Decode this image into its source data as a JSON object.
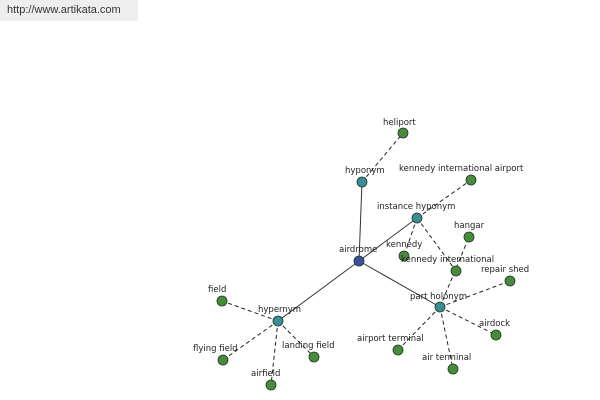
{
  "header": {
    "url": "http://www.artikata.com"
  },
  "colors": {
    "center": "#3b4ea0",
    "relation": "#3a8c99",
    "leaf": "#4a8a3c",
    "solid_edge": "#333333",
    "dashed_edge": "#222222"
  },
  "graph": {
    "center": {
      "id": "airdrome",
      "label": "airdrome"
    },
    "relations": [
      {
        "id": "hyponym",
        "label": "hyponym"
      },
      {
        "id": "instance-hyponym",
        "label": "instance hyponym"
      },
      {
        "id": "part-holonym",
        "label": "part holonym"
      },
      {
        "id": "hypernym",
        "label": "hypernym"
      }
    ],
    "leaves": [
      {
        "id": "heliport",
        "label": "heliport",
        "relation": "hyponym"
      },
      {
        "id": "kennedy-international-airport",
        "label": "kennedy international airport",
        "relation": "instance-hyponym"
      },
      {
        "id": "kennedy",
        "label": "kennedy",
        "relation": "instance-hyponym"
      },
      {
        "id": "kennedy-international",
        "label": "kennedy international",
        "relation": "instance-hyponym"
      },
      {
        "id": "hangar",
        "label": "hangar",
        "relation": "part-holonym"
      },
      {
        "id": "repair-shed",
        "label": "repair shed",
        "relation": "part-holonym"
      },
      {
        "id": "airdock",
        "label": "airdock",
        "relation": "part-holonym"
      },
      {
        "id": "air-terminal",
        "label": "air terminal",
        "relation": "part-holonym"
      },
      {
        "id": "airport-terminal",
        "label": "airport terminal",
        "relation": "part-holonym"
      },
      {
        "id": "field",
        "label": "field",
        "relation": "hypernym"
      },
      {
        "id": "flying-field",
        "label": "flying field",
        "relation": "hypernym"
      },
      {
        "id": "landing-field",
        "label": "landing field",
        "relation": "hypernym"
      },
      {
        "id": "airfield",
        "label": "airfield",
        "relation": "hypernym"
      }
    ]
  }
}
